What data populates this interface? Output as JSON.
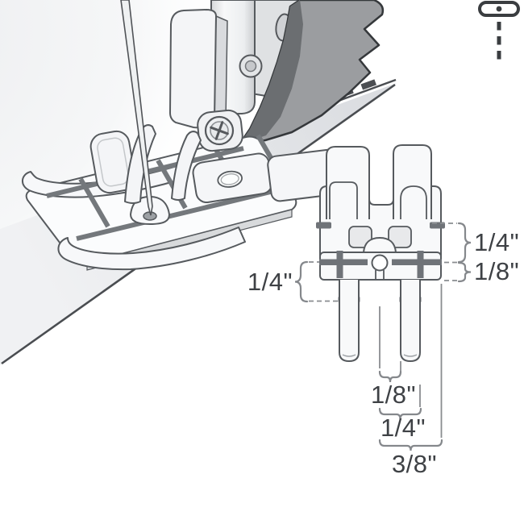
{
  "page": {
    "title": "Quarter-inch piecing presser foot diagram"
  },
  "attachment_icon": {
    "name": "snap-on-pin-icon"
  },
  "illustration": {
    "parts": [
      "needle",
      "needle-bar",
      "presser-foot-ankle",
      "ankle-screw",
      "quarter-inch-foot",
      "fabric-layers",
      "stitch-line"
    ]
  },
  "front_view": {
    "measurements": {
      "side_right_upper": "1/4\"",
      "side_right_lower": "1/8\"",
      "side_left": "1/4\"",
      "bottom_inner": "1/8\"",
      "bottom_middle": "1/4\"",
      "bottom_outer": "3/8\""
    }
  },
  "colors": {
    "outline": "#565a5e",
    "dark_marking": "#6f7378",
    "machine_dark": "#9b9da0",
    "machine_dark_shade": "#6b6e71",
    "fabric": "#dfe1e5",
    "label_text": "#3e4145",
    "leader_line": "#8a8d90",
    "icon_dark": "#3a3d40"
  }
}
